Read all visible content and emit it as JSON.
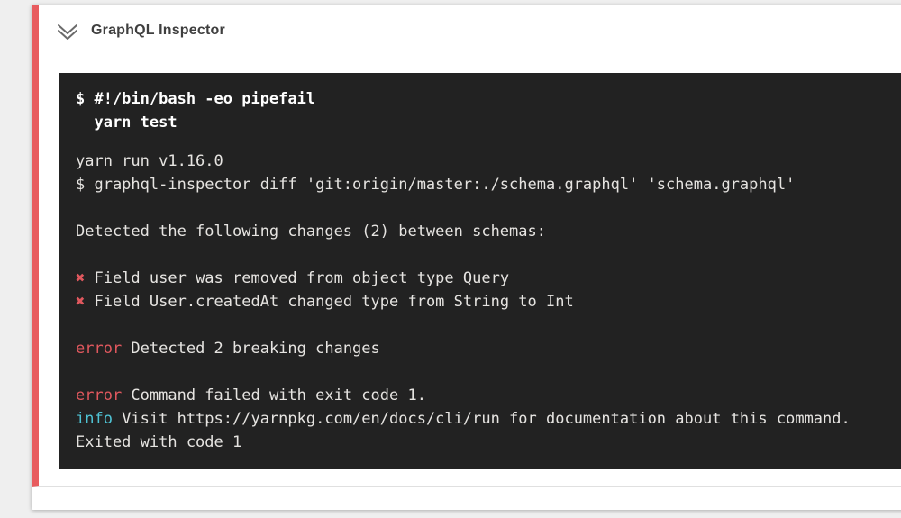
{
  "colors": {
    "page_bg": "#efefef",
    "card_bg": "#ffffff",
    "accent_red": "#e85c5f",
    "terminal_bg": "#222222",
    "terminal_text": "#e6e4e1",
    "terminal_bold": "#ffffff",
    "error_red": "#e0585e",
    "info_cyan": "#4fc3d4",
    "header_text": "#3f3f3f"
  },
  "header": {
    "title": "GraphQL Inspector",
    "collapse_icon": "double-chevron-down"
  },
  "terminal": {
    "command": [
      "$ #!/bin/bash -eo pipefail",
      "  yarn test"
    ],
    "lines": [
      [
        {
          "t": "yarn run v1.16.0",
          "c": "fg"
        }
      ],
      [
        {
          "t": "$ graphql-inspector diff 'git:origin/master:./schema.graphql' 'schema.graphql'",
          "c": "fg"
        }
      ],
      [],
      [
        {
          "t": "Detected the following changes (2) between schemas:",
          "c": "fg"
        }
      ],
      [],
      [
        {
          "t": "✖",
          "c": "red"
        },
        {
          "t": " Field user was removed from object type Query",
          "c": "fg"
        }
      ],
      [
        {
          "t": "✖",
          "c": "red"
        },
        {
          "t": " Field User.createdAt changed type from String to Int",
          "c": "fg"
        }
      ],
      [],
      [
        {
          "t": "error",
          "c": "red"
        },
        {
          "t": " Detected 2 breaking changes",
          "c": "fg"
        }
      ],
      [],
      [
        {
          "t": "error",
          "c": "red"
        },
        {
          "t": " Command failed with exit code 1.",
          "c": "fg"
        }
      ],
      [
        {
          "t": "info",
          "c": "cyan"
        },
        {
          "t": " Visit https://yarnpkg.com/en/docs/cli/run for documentation about this command.",
          "c": "fg"
        }
      ],
      [
        {
          "t": "Exited with code 1",
          "c": "fg"
        }
      ]
    ]
  }
}
